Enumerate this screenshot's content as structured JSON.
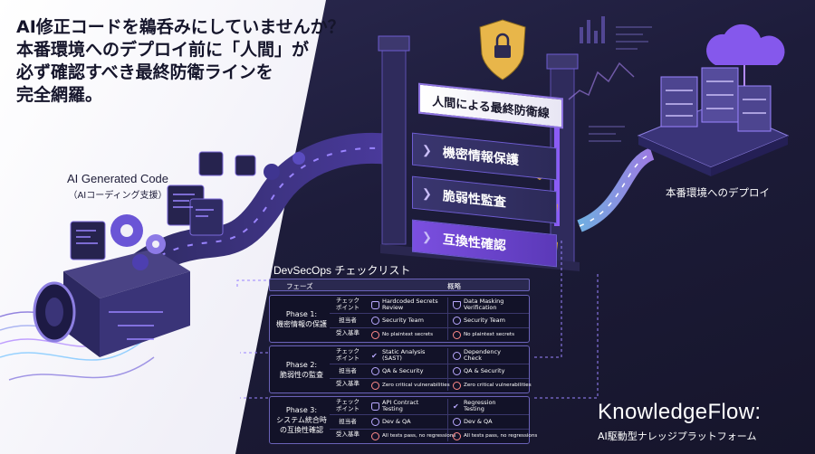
{
  "headline": {
    "line1": "AI修正コードを鵜呑みにしていませんか？",
    "line2": "本番環境へのデプロイ前に「人間」が",
    "line3": "必ず確認すべき最終防衛ラインを",
    "line4": "完全網羅。"
  },
  "ai_code": {
    "label": "AI Generated Code",
    "sublabel": "（AIコーディング支援）"
  },
  "gate": {
    "title": "人間による最終防衛線",
    "items": [
      {
        "label": "機密情報保護",
        "icon": "lock-shield-icon"
      },
      {
        "label": "脆弱性監査",
        "icon": "bug-magnifier-shield-icon"
      },
      {
        "label": "互換性確認",
        "icon": "puzzle-shield-icon"
      }
    ]
  },
  "deploy": {
    "label": "本番環境へのデプロイ"
  },
  "checklist": {
    "title": "DevSecOps チェックリスト",
    "headers": {
      "phase": "フェーズ",
      "items": "概略"
    },
    "row_labels": {
      "checkpoint": "チェック\nポイント",
      "owner": "担当者",
      "criteria": "受入基準"
    },
    "phases": [
      {
        "name": "Phase 1:\n機密情報の保護",
        "checkpoints": [
          {
            "text": "Hardcoded Secrets\nReview",
            "icon": "lock-icon"
          },
          {
            "text": "Data Masking\nVerification",
            "icon": "shield-icon"
          }
        ],
        "owners": [
          "Security Team",
          "Security Team"
        ],
        "criteria": [
          "No plaintext secrets",
          "No plaintext secrets"
        ]
      },
      {
        "name": "Phase 2:\n脆弱性の監査",
        "checkpoints": [
          {
            "text": "Static Analysis\n(SAST)",
            "icon": "check-icon"
          },
          {
            "text": "Dependency\nCheck",
            "icon": "person-icon"
          }
        ],
        "owners": [
          "QA & Security",
          "QA & Security"
        ],
        "criteria": [
          "Zero critical vulnerabilities",
          "Zero critical vulnerabilities"
        ]
      },
      {
        "name": "Phase 3:\nシステム統合時\nの互換性確認",
        "checkpoints": [
          {
            "text": "API Contract\nTesting",
            "icon": "lock-icon"
          },
          {
            "text": "Regression\nTesting",
            "icon": "check-icon"
          }
        ],
        "owners": [
          "Dev & QA",
          "Dev & QA"
        ],
        "criteria": [
          "All tests pass, no regressions",
          "All tests pass, no regressions"
        ]
      }
    ]
  },
  "brand": {
    "name": "KnowledgeFlow:",
    "tagline": "AI駆動型ナレッジプラットフォーム"
  },
  "colors": {
    "accent": "#7b4fe0",
    "dark": "#1d1c3a",
    "gold": "#e8b64a"
  }
}
